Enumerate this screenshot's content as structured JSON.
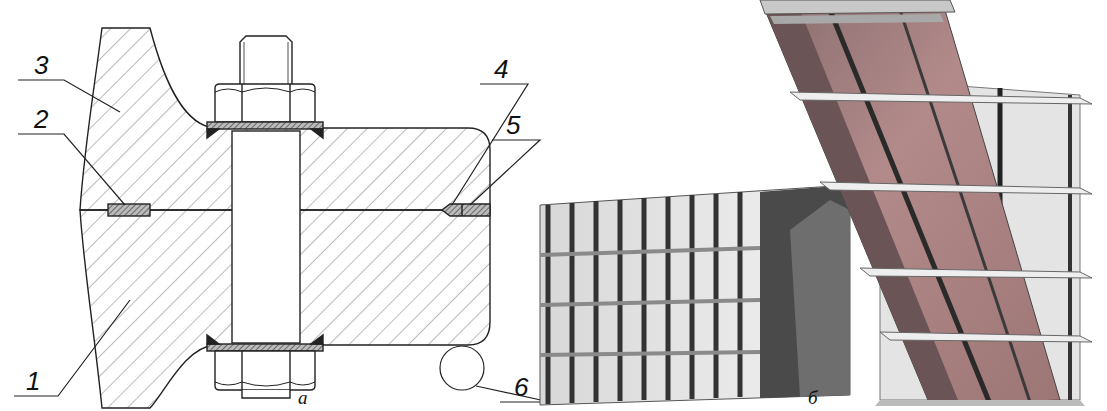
{
  "diagram": {
    "labels": [
      "3",
      "4",
      "2",
      "5",
      "1",
      "6",
      "а",
      "б"
    ]
  }
}
